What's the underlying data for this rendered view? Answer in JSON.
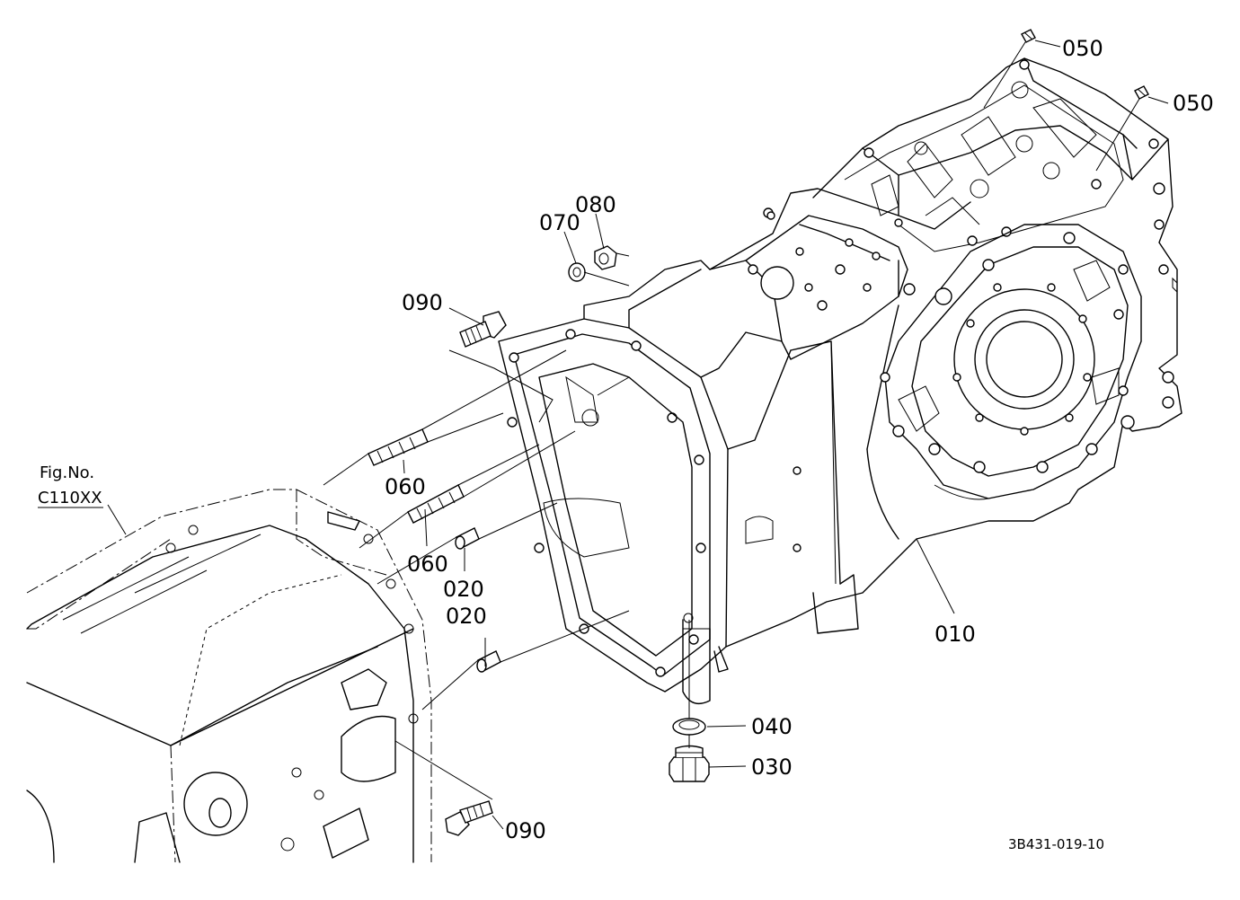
{
  "callouts": {
    "c010": "010",
    "c020a": "020",
    "c020b": "020",
    "c030": "030",
    "c040": "040",
    "c050a": "050",
    "c050b": "050",
    "c060a": "060",
    "c060b": "060",
    "c070": "070",
    "c080": "080",
    "c090a": "090",
    "c090b": "090"
  },
  "figure_ref": {
    "line1": "Fig.No.",
    "line2": "C110XX"
  },
  "document_id": "3B431-019-10"
}
